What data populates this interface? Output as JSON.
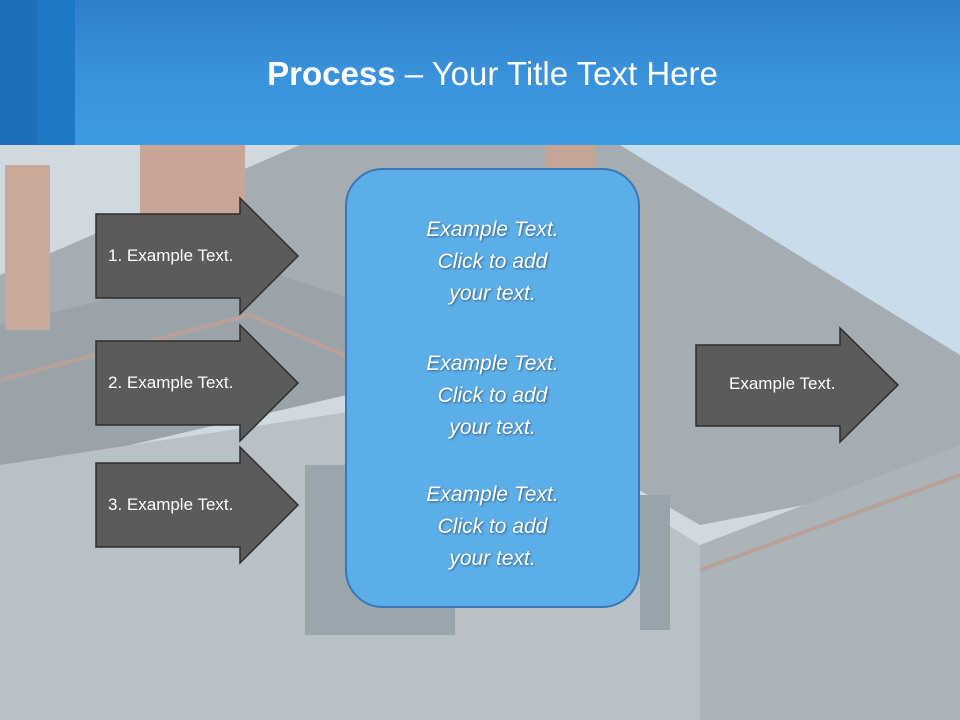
{
  "slide": {
    "title_bold": "Process",
    "title_rest": " – Your Title Text Here"
  },
  "inputs": [
    {
      "label": "1. Example Text."
    },
    {
      "label": "2. Example Text."
    },
    {
      "label": "3. Example Text."
    }
  ],
  "center": {
    "blocks": [
      {
        "line1": "Example Text.",
        "line2": "Click  to add",
        "line3": "your text."
      },
      {
        "line1": "Example Text.",
        "line2": "Click  to add",
        "line3": "your text."
      },
      {
        "line1": "Example Text.",
        "line2": "Click  to add",
        "line3": "your text."
      }
    ]
  },
  "output": {
    "label": "Example Text."
  },
  "colors": {
    "header": "#3a93dc",
    "arrow_fill": "#5b5b5b",
    "center_box": "#5caee9"
  }
}
